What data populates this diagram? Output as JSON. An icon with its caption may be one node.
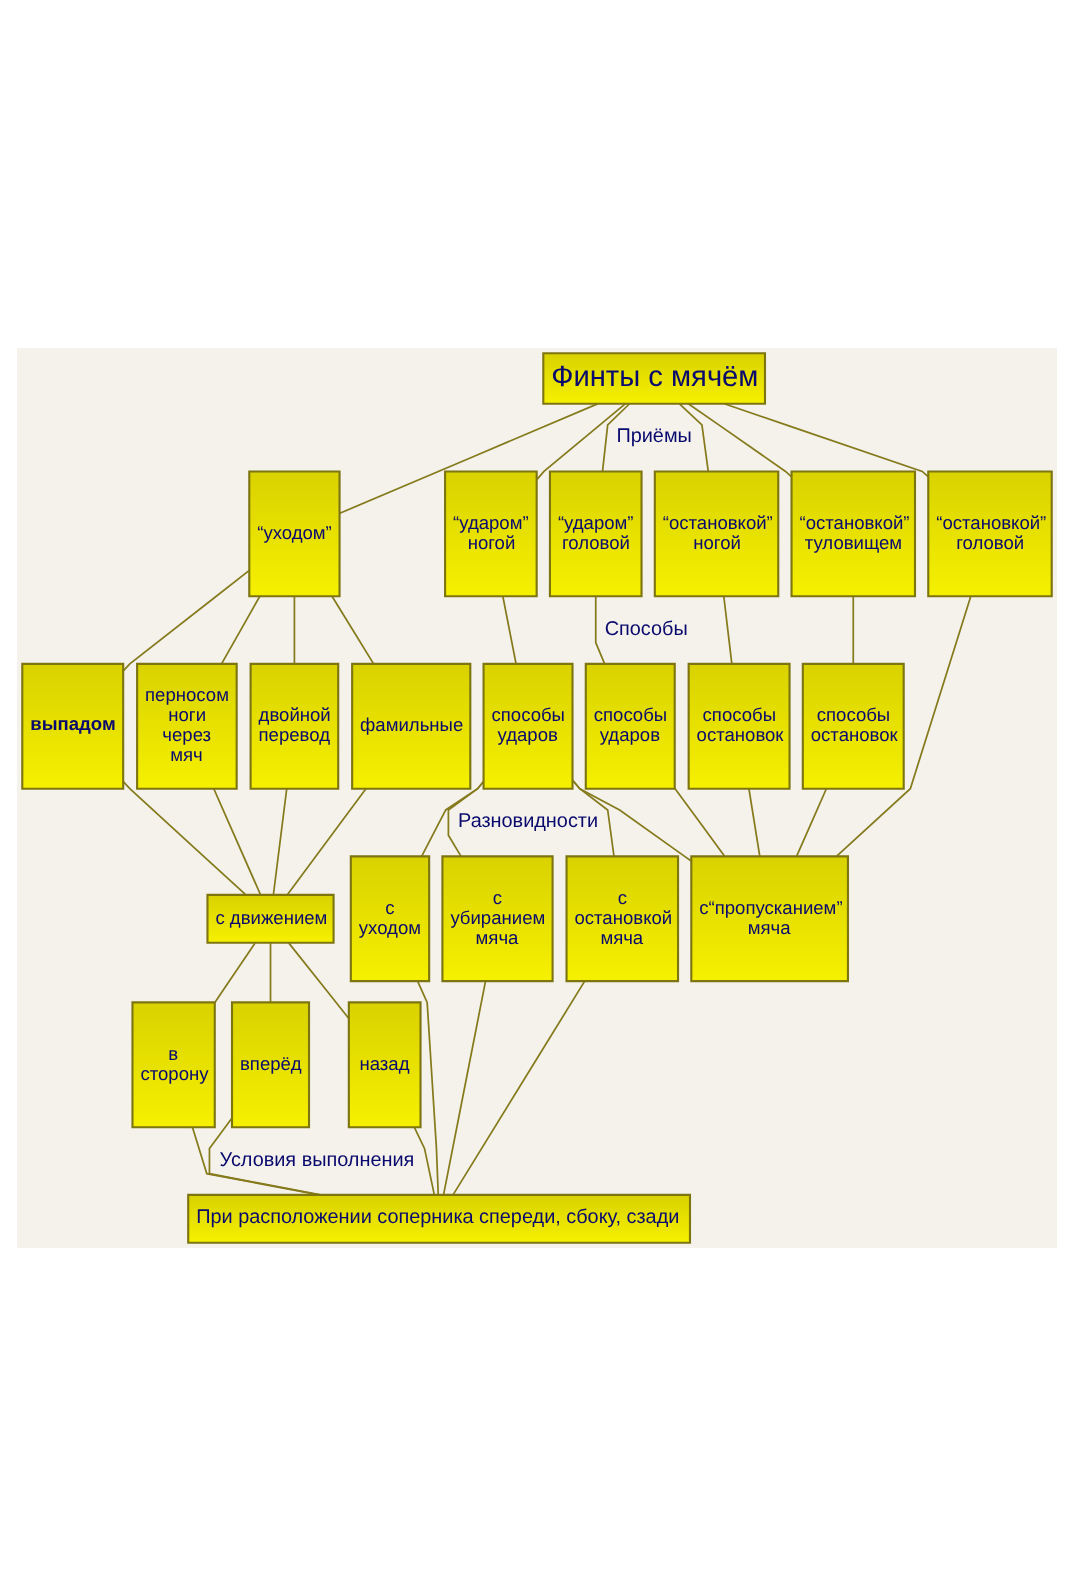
{
  "diagram": {
    "nodes": [
      {
        "text": [
          "Финты с мячём"
        ]
      },
      {
        "text": [
          "“уходом”"
        ]
      },
      {
        "text": [
          "“ударом” ногой"
        ]
      },
      {
        "text": [
          "“ударом” головой"
        ]
      },
      {
        "text": [
          "“остановкой” ногой"
        ]
      },
      {
        "text": [
          "“остановкой” туловищем"
        ]
      },
      {
        "text": [
          "“остановкой” головой"
        ]
      },
      {
        "text": [
          "выпадом"
        ]
      },
      {
        "text": [
          "перносом ноги через мяч"
        ]
      },
      {
        "text": [
          "двойной перевод"
        ]
      },
      {
        "text": [
          "фамильные"
        ]
      },
      {
        "text": [
          "способы ударов"
        ]
      },
      {
        "text": [
          "способы ударов"
        ]
      },
      {
        "text": [
          "способы остановок"
        ]
      },
      {
        "text": [
          "способы остановок"
        ]
      },
      {
        "text": [
          "с движением"
        ]
      },
      {
        "text": [
          "в сторону"
        ]
      },
      {
        "text": [
          "вперёд"
        ]
      },
      {
        "text": [
          "назад"
        ]
      },
      {
        "text": [
          "с уходом"
        ]
      },
      {
        "text": [
          "с убиранием мяча"
        ]
      },
      {
        "text": [
          "с остановкой мяча"
        ]
      },
      {
        "text": [
          "с“пропусканием” мяча"
        ]
      },
      {
        "text": [
          "При расположении соперника спереди, сбоку, сзади"
        ]
      }
    ],
    "edges": [
      {
        "from": 0,
        "to": 1,
        "arrow": "none"
      },
      {
        "from": 0,
        "to": 2,
        "arrow": "none"
      },
      {
        "from": 0,
        "to": 3,
        "arrow": "none"
      },
      {
        "from": 0,
        "to": 4,
        "arrow": "none"
      },
      {
        "from": 0,
        "to": 5,
        "arrow": "none"
      },
      {
        "from": 0,
        "to": 6,
        "arrow": "none"
      },
      {
        "from": 1,
        "to": 7,
        "arrow": "none"
      },
      {
        "from": 1,
        "to": 8,
        "arrow": "none"
      },
      {
        "from": 1,
        "to": 9,
        "arrow": "none"
      },
      {
        "from": 1,
        "to": 10,
        "arrow": "none"
      },
      {
        "from": 2,
        "to": 11,
        "arrow": "none"
      },
      {
        "from": 3,
        "to": 12,
        "arrow": "none"
      },
      {
        "from": 4,
        "to": 13,
        "arrow": "none"
      },
      {
        "from": 5,
        "to": 14,
        "arrow": "none"
      },
      {
        "from": 6,
        "to": 22,
        "arrow": "none"
      },
      {
        "from": 7,
        "to": 15,
        "arrow": "none"
      },
      {
        "from": 8,
        "to": 15,
        "arrow": "none"
      },
      {
        "from": 9,
        "to": 15,
        "arrow": "none"
      },
      {
        "from": 10,
        "to": 15,
        "arrow": "none"
      },
      {
        "from": 11,
        "to": 19,
        "arrow": "none"
      },
      {
        "from": 11,
        "to": 20,
        "arrow": "none"
      },
      {
        "from": 11,
        "to": 21,
        "arrow": "none"
      },
      {
        "from": 11,
        "to": 22,
        "arrow": "none"
      },
      {
        "from": 12,
        "to": 22,
        "arrow": "none"
      },
      {
        "from": 13,
        "to": 22,
        "arrow": "none"
      },
      {
        "from": 14,
        "to": 22,
        "arrow": "none"
      },
      {
        "from": 15,
        "to": 16,
        "arrow": "none"
      },
      {
        "from": 15,
        "to": 17,
        "arrow": "none"
      },
      {
        "from": 15,
        "to": 18,
        "arrow": "none"
      },
      {
        "from": 16,
        "to": 23,
        "arrow": "none"
      },
      {
        "from": 17,
        "to": 23,
        "arrow": "none"
      },
      {
        "from": 18,
        "to": 23,
        "arrow": "none"
      },
      {
        "from": 19,
        "to": 23,
        "arrow": "none"
      },
      {
        "from": 20,
        "to": 23,
        "arrow": "none"
      },
      {
        "from": 21,
        "to": 23,
        "arrow": "none"
      }
    ],
    "labels": [
      "Приёмы",
      "Способы",
      "Разновидности",
      "Условия выполнения"
    ]
  }
}
